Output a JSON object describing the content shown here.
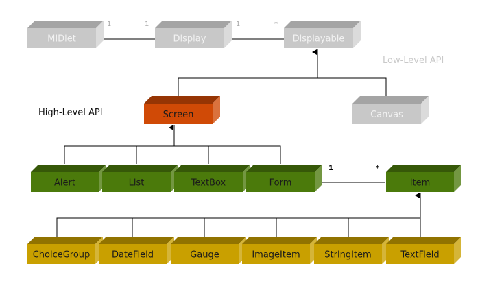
{
  "diagram": {
    "annotations": {
      "high_level": "High-Level API",
      "low_level": "Low-Level API"
    },
    "multiplicities": {
      "midlet_display_a": "1",
      "midlet_display_b": "1",
      "display_displayable_a": "1",
      "display_displayable_b": "*",
      "form_item_a": "1",
      "form_item_b": "*"
    },
    "colors": {
      "grey": "#c8c8c8",
      "orange": "#d04a06",
      "green": "#4b7a0b",
      "gold": "#c9a000",
      "grey_text": "#f2f2f2",
      "dark_text": "#1a1a1a"
    },
    "boxes": {
      "midlet": "MIDlet",
      "display": "Display",
      "displayable": "Displayable",
      "screen": "Screen",
      "canvas": "Canvas",
      "alert": "Alert",
      "list": "List",
      "textbox": "TextBox",
      "form": "Form",
      "item": "Item",
      "choicegroup": "ChoiceGroup",
      "datefield": "DateField",
      "gauge": "Gauge",
      "imageitem": "ImageItem",
      "stringitem": "StringItem",
      "textfield": "TextField"
    }
  }
}
